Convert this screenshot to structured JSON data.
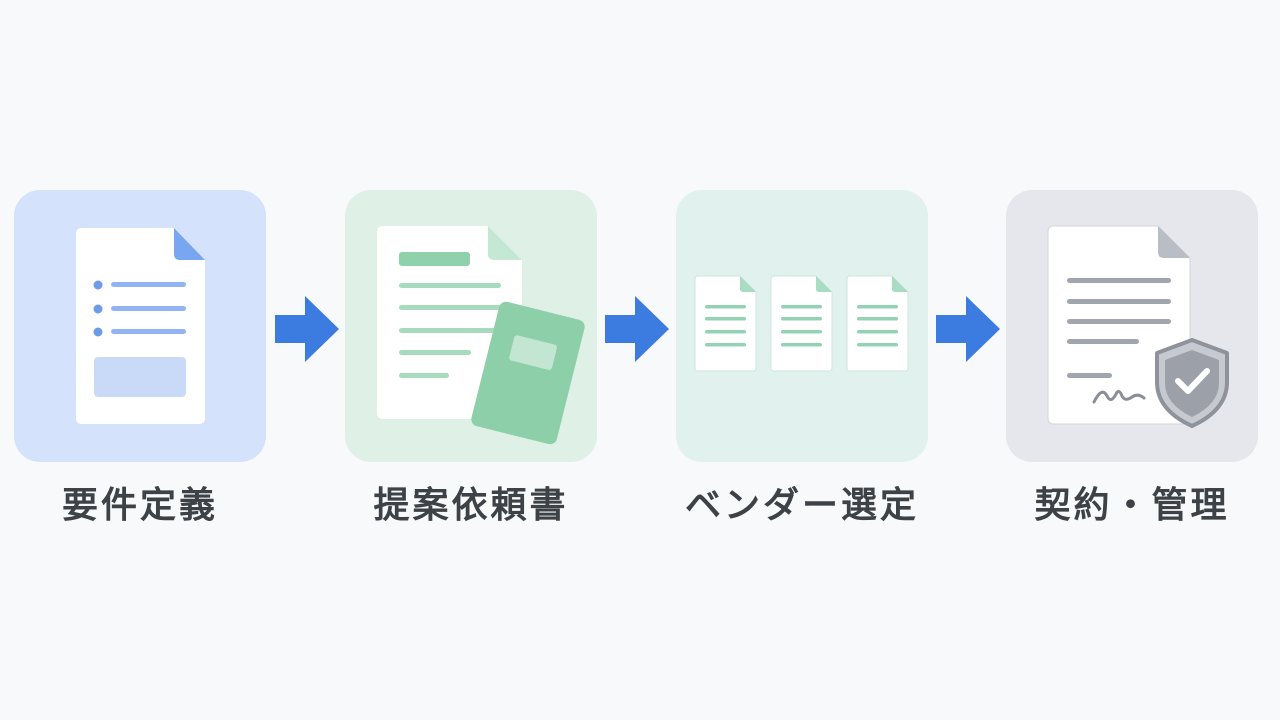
{
  "steps": [
    {
      "label": "要件定義",
      "icon": "requirements-document-icon",
      "color": "#d4e2fb"
    },
    {
      "label": "提案依頼書",
      "icon": "rfp-document-icon",
      "color": "#dff0e7"
    },
    {
      "label": "ベンダー選定",
      "icon": "vendor-proposals-icon",
      "color": "#e1f1ee"
    },
    {
      "label": "契約・管理",
      "icon": "signed-contract-shield-icon",
      "color": "#e5e7ec"
    }
  ],
  "arrow_icon": "right-arrow-icon",
  "colors": {
    "arrow": "#3c7be0",
    "background": "#f8f9fa",
    "label_text": "#3d4247"
  }
}
